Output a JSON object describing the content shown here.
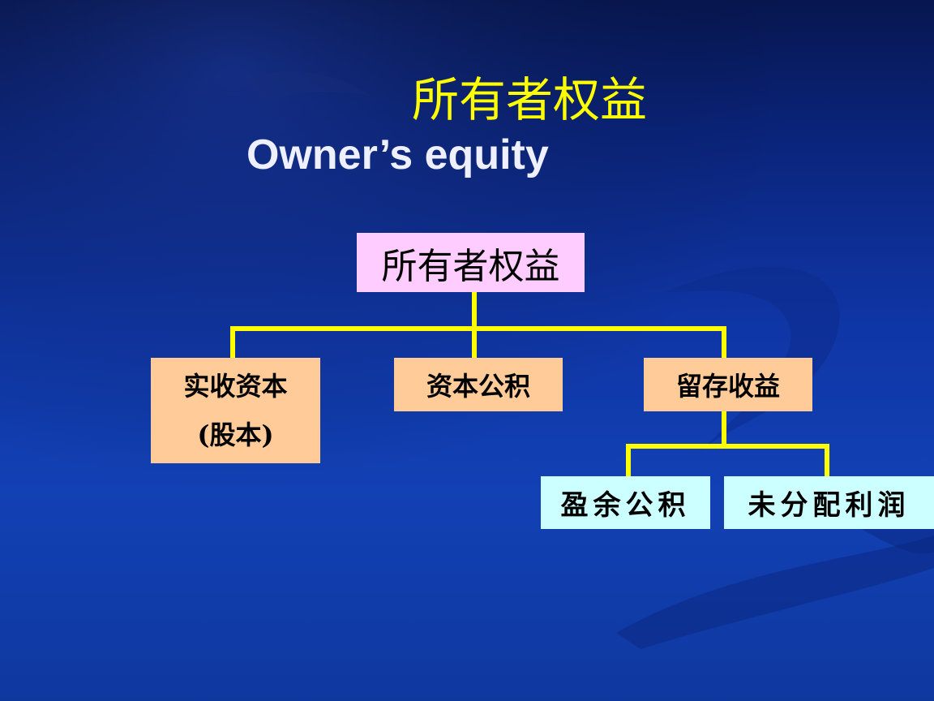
{
  "slide": {
    "title_cn": "所有者权益",
    "title_en": "Owner’s equity"
  },
  "diagram": {
    "root": "所有者权益",
    "level1": {
      "paid_in_capital_line1": "实收资本",
      "paid_in_capital_line2": "(股本)",
      "capital_surplus": "资本公积",
      "retained_earnings": "留存收益"
    },
    "level2": {
      "surplus_reserve": "盈余公积",
      "undistributed_profit": "未分配利润"
    }
  },
  "colors": {
    "title_cn": "#ffff00",
    "title_en": "#eef0ff",
    "connector": "#ffff00",
    "root_fill": "#ffccff",
    "level1_fill": "#ffcc99",
    "level2_fill": "#ccffff"
  }
}
